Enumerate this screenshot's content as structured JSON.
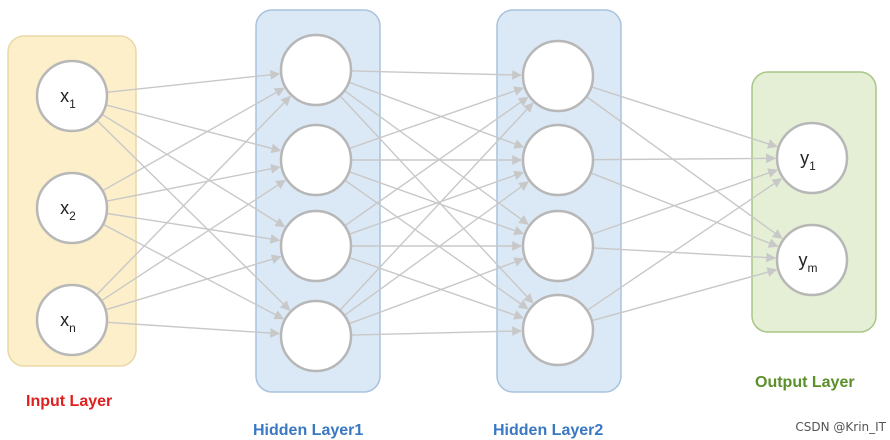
{
  "colors": {
    "input_fill": "#fcefc9",
    "input_stroke": "#e9d9a6",
    "hidden_fill": "#dbe8f5",
    "hidden_stroke": "#a9c3de",
    "output_fill": "#e5efd6",
    "output_stroke": "#a8c686",
    "node_fill": "#ffffff",
    "node_stroke": "#b7b7b7",
    "edge": "#c8c8c8",
    "input_label": "#e02020",
    "hidden_label": "#3a78c2",
    "output_label": "#5a8f2a"
  },
  "layers": [
    {
      "label": "Input Layer",
      "label_color": "#e02020",
      "nodes": [
        {
          "base": "x",
          "sub": "1"
        },
        {
          "base": "x",
          "sub": "2"
        },
        {
          "base": "x",
          "sub": "n"
        }
      ]
    },
    {
      "label": "Hidden Layer1",
      "label_color": "#3a78c2",
      "nodes": [
        {
          "base": "",
          "sub": ""
        },
        {
          "base": "",
          "sub": ""
        },
        {
          "base": "",
          "sub": ""
        },
        {
          "base": "",
          "sub": ""
        }
      ]
    },
    {
      "label": "Hidden Layer2",
      "label_color": "#3a78c2",
      "nodes": [
        {
          "base": "",
          "sub": ""
        },
        {
          "base": "",
          "sub": ""
        },
        {
          "base": "",
          "sub": ""
        },
        {
          "base": "",
          "sub": ""
        }
      ]
    },
    {
      "label": "Output Layer",
      "label_color": "#5a8f2a",
      "nodes": [
        {
          "base": "y",
          "sub": "1"
        },
        {
          "base": "y",
          "sub": "m"
        }
      ]
    }
  ],
  "watermark": "CSDN @Krin_IT"
}
